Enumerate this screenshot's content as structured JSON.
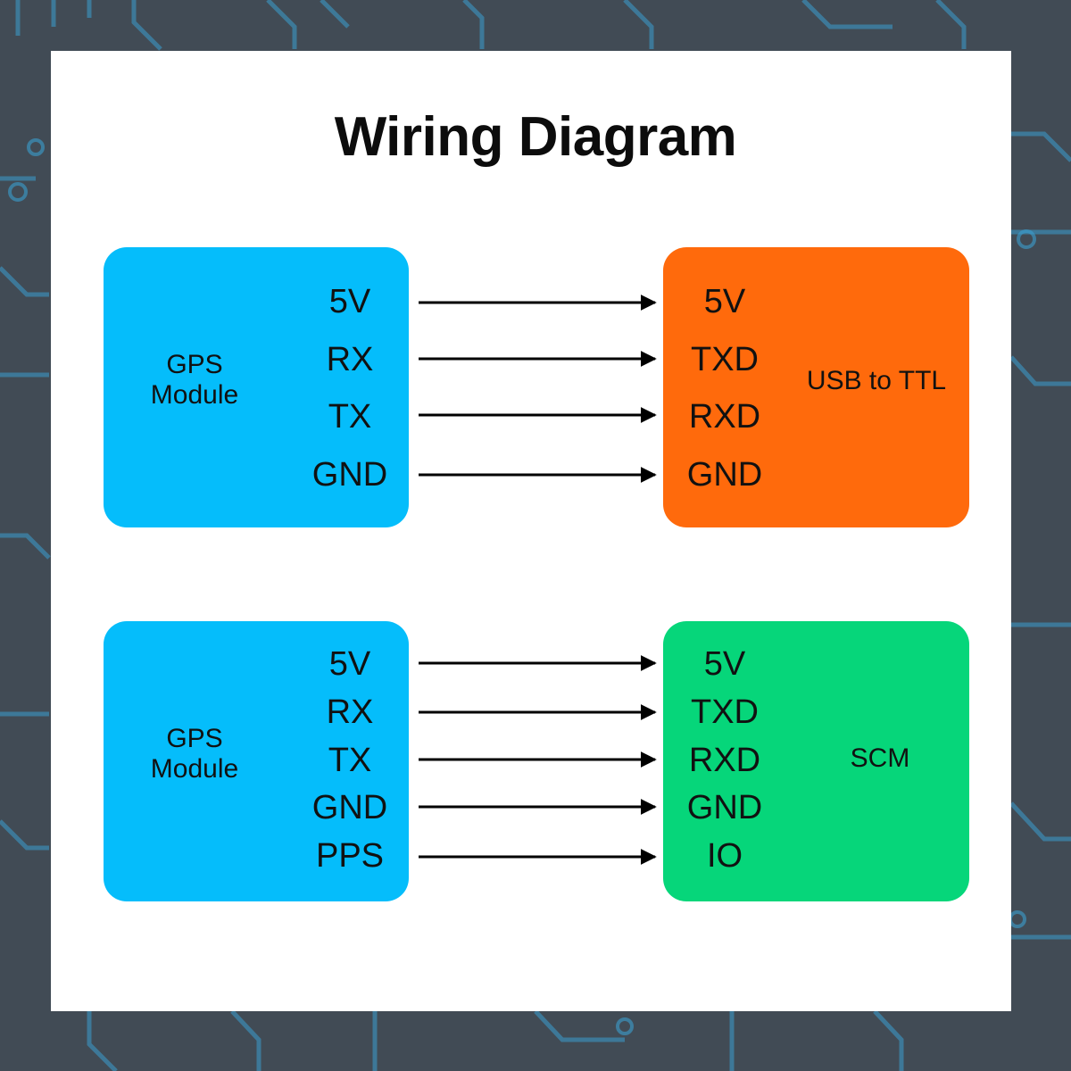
{
  "title": "Wiring Diagram",
  "colors": {
    "gps_block": "#05bdfb",
    "usb_ttl_block": "#ff6a0c",
    "scm_block": "#06d67a",
    "background": "#414b55",
    "circuit_traces": "#2fa8d8"
  },
  "diagrams": [
    {
      "left": {
        "name_line1": "GPS",
        "name_line2": "Module",
        "pins": [
          "5V",
          "RX",
          "TX",
          "GND"
        ]
      },
      "right": {
        "name": "USB to TTL",
        "pins": [
          "5V",
          "TXD",
          "RXD",
          "GND"
        ]
      }
    },
    {
      "left": {
        "name_line1": "GPS",
        "name_line2": "Module",
        "pins": [
          "5V",
          "RX",
          "TX",
          "GND",
          "PPS"
        ]
      },
      "right": {
        "name": "SCM",
        "pins": [
          "5V",
          "TXD",
          "RXD",
          "GND",
          "IO"
        ]
      }
    }
  ]
}
